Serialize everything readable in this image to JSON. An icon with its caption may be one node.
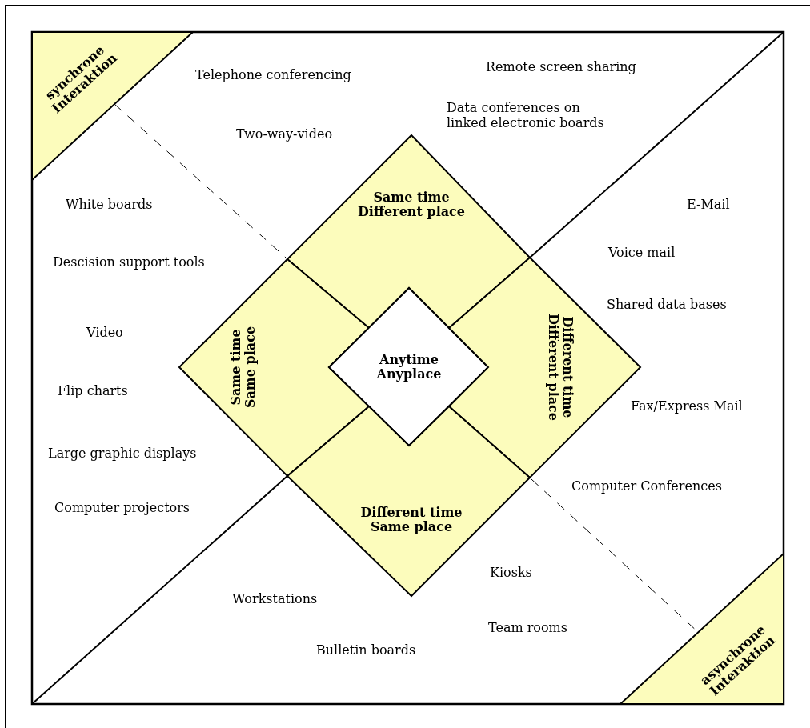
{
  "diagram": {
    "nodes": [
      {
        "text": [
          "synchrone Interaktion"
        ]
      },
      {
        "text": [
          "Same time Different place"
        ]
      },
      {
        "text": [
          "Same time Same place"
        ]
      },
      {
        "text": [
          "Anytime Anyplace"
        ]
      },
      {
        "text": [
          "Different time Different place"
        ]
      },
      {
        "text": [
          "Different time Same place"
        ]
      },
      {
        "text": [
          "asynchrone Interaktion"
        ]
      }
    ],
    "edges": [
      {
        "from": 0,
        "to": 1,
        "arrow": "none",
        "style": "dashed"
      },
      {
        "from": 5,
        "to": 6,
        "arrow": "none",
        "style": "dashed"
      }
    ],
    "labels": [
      "Remote screen sharing",
      "Telephone conferencing",
      "Data conferences on linked electronic boards",
      "Two-way-video",
      "White boards",
      "E-Mail",
      "Voice mail",
      "Descision support tools",
      "Shared data bases",
      "Video",
      "Flip charts",
      "Fax/Express Mail",
      "Large graphic displays",
      "Computer Conferences",
      "Computer projectors",
      "Kiosks",
      "Workstations",
      "Team rooms",
      "Bulletin boards"
    ]
  }
}
